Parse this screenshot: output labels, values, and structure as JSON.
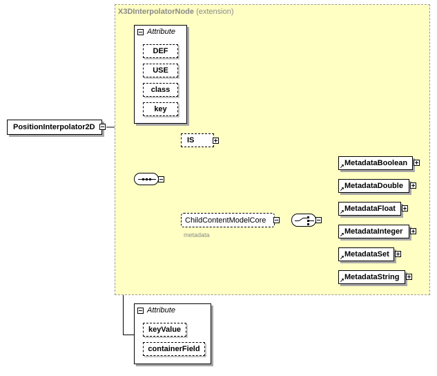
{
  "extension": {
    "name": "X3DInterpolatorNode",
    "suffix": "(extension)"
  },
  "root": {
    "label": "PositionInterpolator2D"
  },
  "attribute_group_1": {
    "header": "Attribute",
    "items": [
      "DEF",
      "USE",
      "class",
      "key"
    ]
  },
  "is_element": {
    "label": "IS"
  },
  "group_ref": {
    "label": "ChildContentModelCore",
    "sublabel": "metadata"
  },
  "metadata_elements": [
    "MetadataBoolean",
    "MetadataDouble",
    "MetadataFloat",
    "MetadataInteger",
    "MetadataSet",
    "MetadataString"
  ],
  "attribute_group_2": {
    "header": "Attribute",
    "items": [
      "keyValue",
      "containerField"
    ]
  },
  "colors": {
    "extension_bg": "#ffffc4",
    "shadow": "#a8a8a8",
    "muted_text": "#8a8a8a"
  },
  "icons": [
    "collapse-icon",
    "expand-icon",
    "sequence-icon",
    "choice-icon",
    "reference-arrow-icon"
  ]
}
